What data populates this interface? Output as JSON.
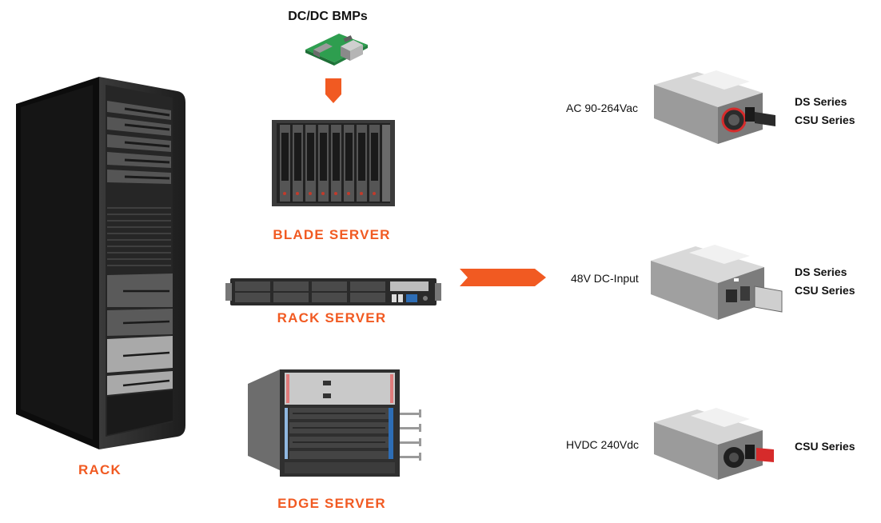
{
  "colors": {
    "accent": "#f15a22",
    "text": "#111111",
    "pcb_green": "#2e9e4f",
    "psu_red": "#d62b2b"
  },
  "title": "DC/DC BMPs",
  "labels": {
    "rack": "RACK",
    "blade_server": "BLADE SERVER",
    "rack_server": "RACK SERVER",
    "edge_server": "EDGE SERVER"
  },
  "power_supplies": [
    {
      "input": "AC 90-264Vac",
      "series": [
        "DS Series",
        "CSU Series"
      ],
      "icon": "psu-ac-icon"
    },
    {
      "input": "48V DC-Input",
      "series": [
        "DS Series",
        "CSU Series"
      ],
      "icon": "psu-dc-icon"
    },
    {
      "input": "HVDC 240Vdc",
      "series": [
        "CSU Series"
      ],
      "icon": "psu-hvdc-icon"
    }
  ]
}
